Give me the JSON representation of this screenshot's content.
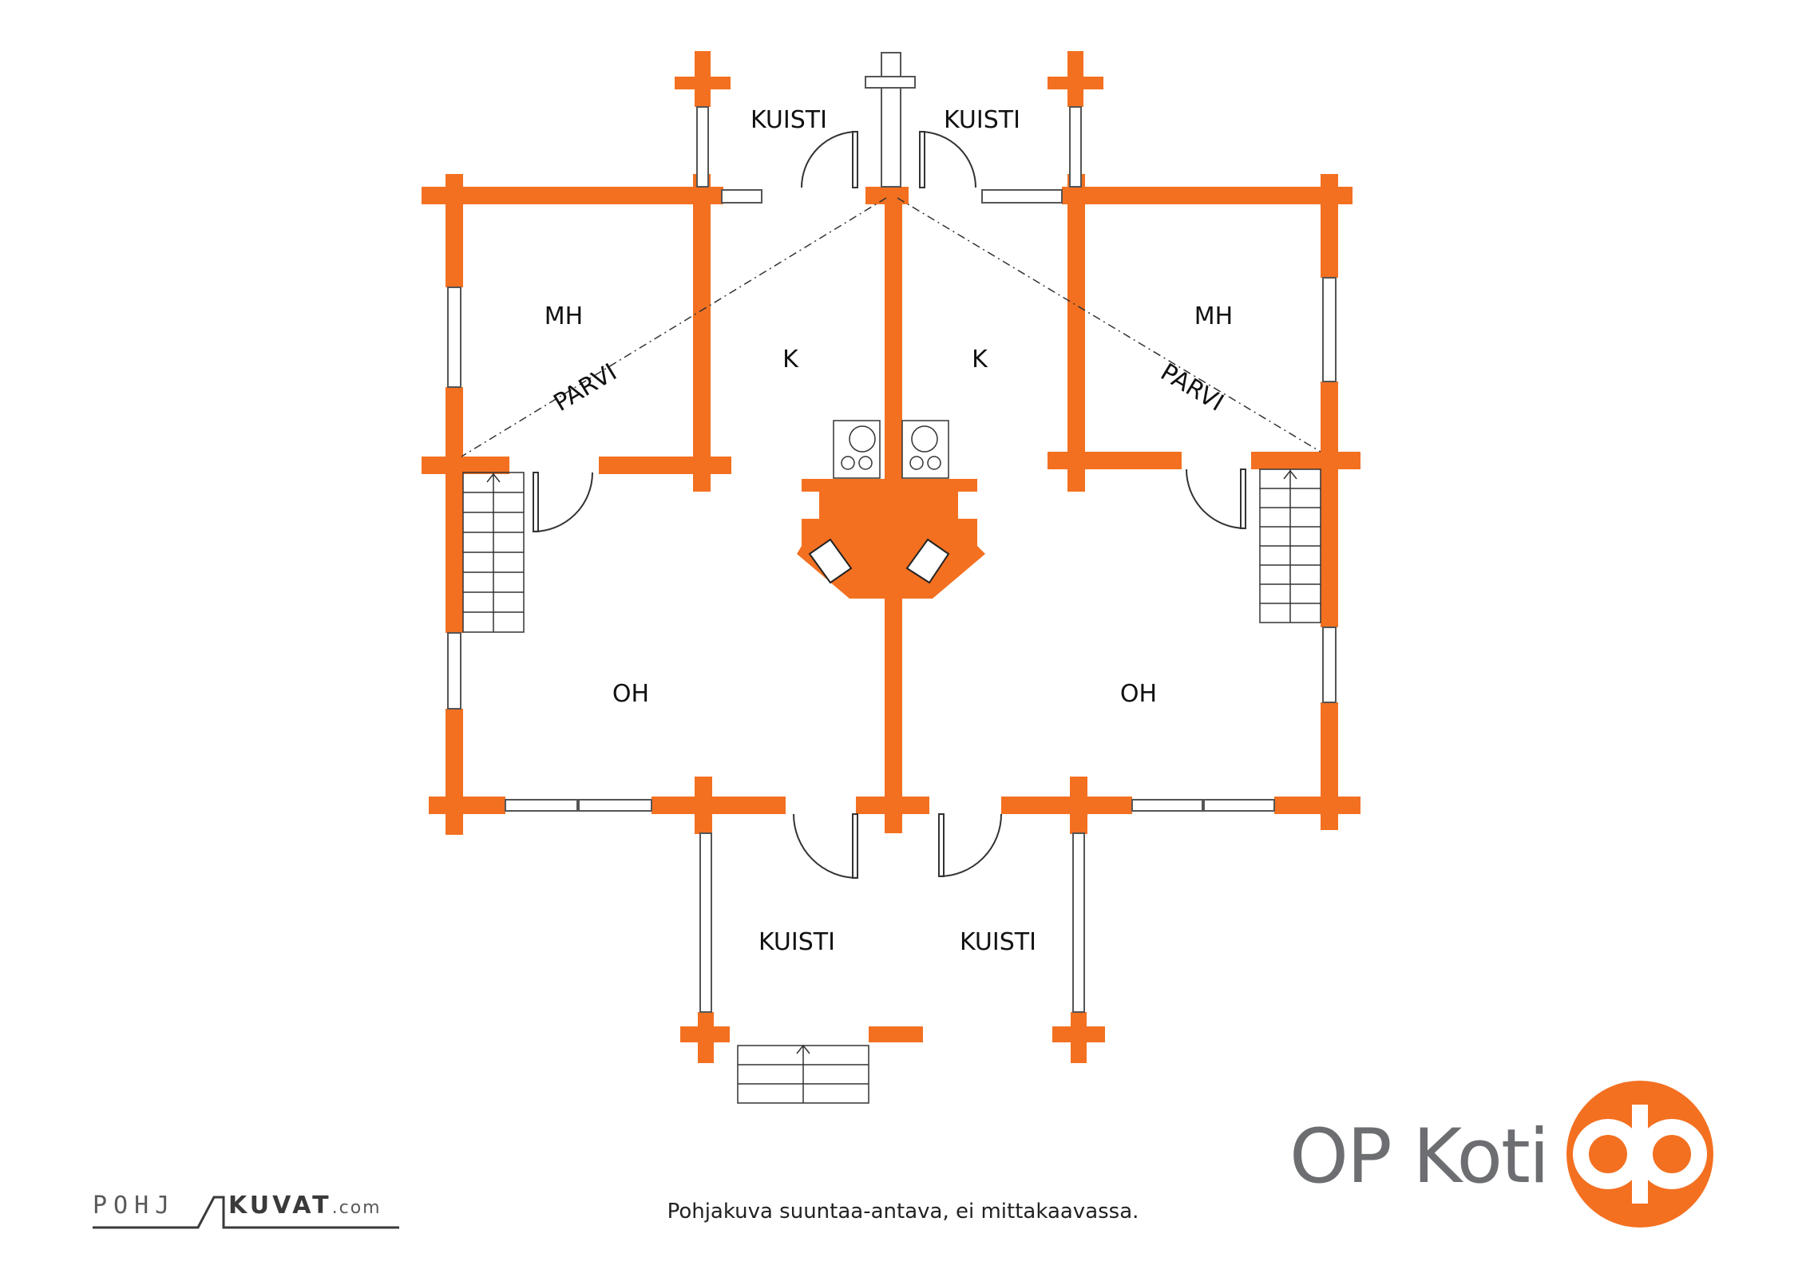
{
  "rooms": {
    "porch_top_left": "KUISTI",
    "porch_top_right": "KUISTI",
    "bedroom_left": "MH",
    "bedroom_right": "MH",
    "kitchen_left": "K",
    "kitchen_right": "K",
    "loft_left": "PARVI",
    "loft_right": "PARVI",
    "living_left": "OH",
    "living_right": "OH",
    "porch_bottom_left": "KUISTI",
    "porch_bottom_right": "KUISTI"
  },
  "footer": {
    "note": "Pohjakuva suuntaa-antava, ei mittakaavassa.",
    "brand_left": "POHJ",
    "brand_right": "KUVAT",
    "brand_domain": ".com",
    "op_koti": "OP Koti"
  },
  "colors": {
    "wall": "#f37021",
    "line": "#333333",
    "brand_orange": "#f37021",
    "brand_grey": "#6d6e71"
  }
}
